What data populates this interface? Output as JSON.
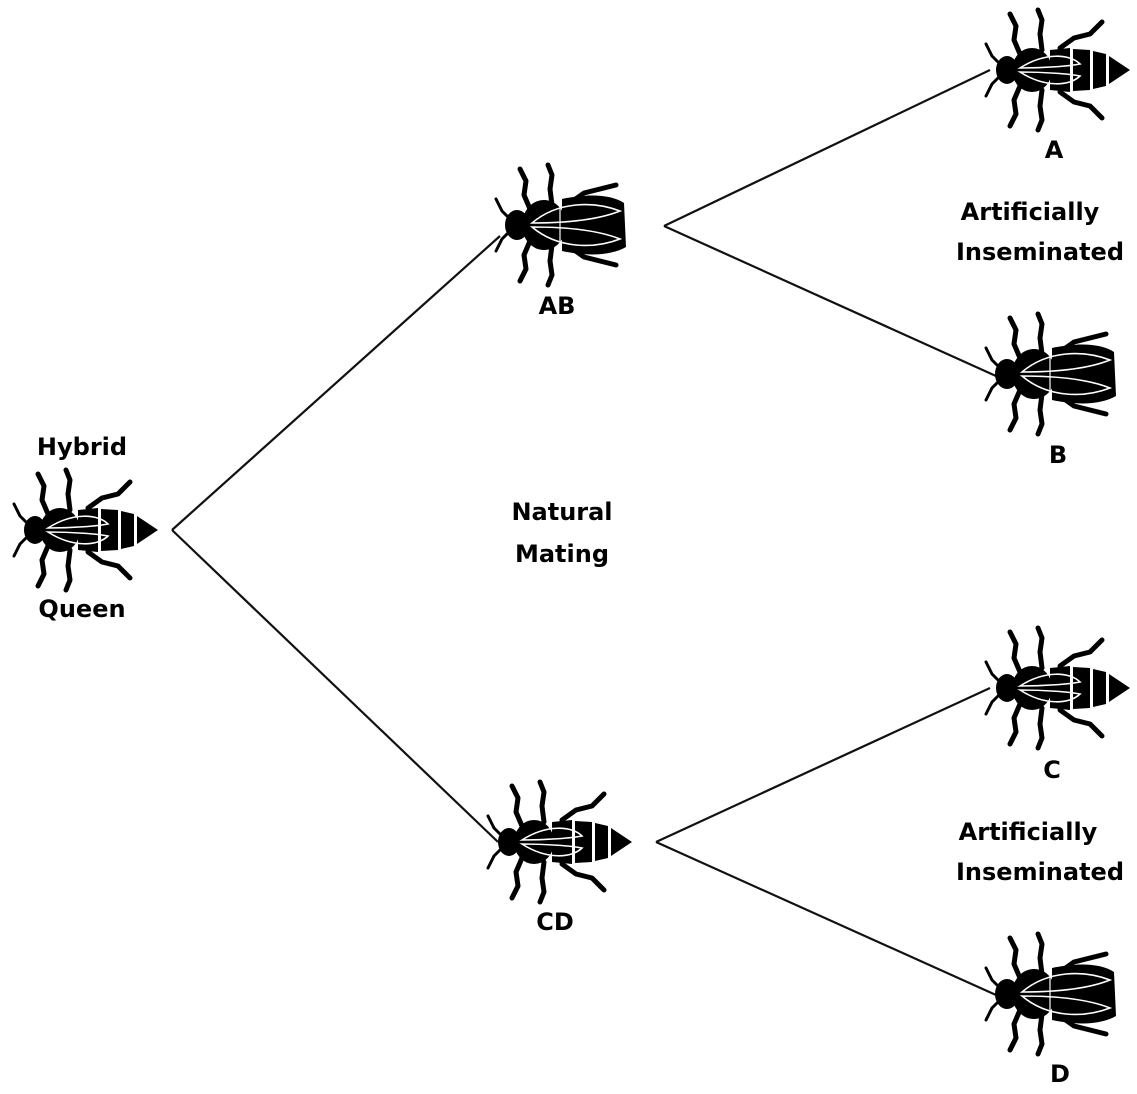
{
  "labels": {
    "hybrid": "Hybrid",
    "queen": "Queen",
    "natural_line1": "Natural",
    "natural_line2": "Mating",
    "ab": "AB",
    "cd": "CD",
    "a": "A",
    "b": "B",
    "c": "C",
    "d": "D",
    "ai_top_line1": "Artificially",
    "ai_top_line2": "Inseminated",
    "ai_bottom_line1": "Artificially",
    "ai_bottom_line2": "Inseminated"
  },
  "colors": {
    "ink": "#000000",
    "background": "#ffffff"
  },
  "icons": {
    "hybrid_queen": "bee-queen-icon",
    "ab": "bee-drone-icon",
    "cd": "bee-queen-icon",
    "a": "bee-queen-icon",
    "b": "bee-drone-icon",
    "c": "bee-queen-icon",
    "d": "bee-drone-icon"
  }
}
